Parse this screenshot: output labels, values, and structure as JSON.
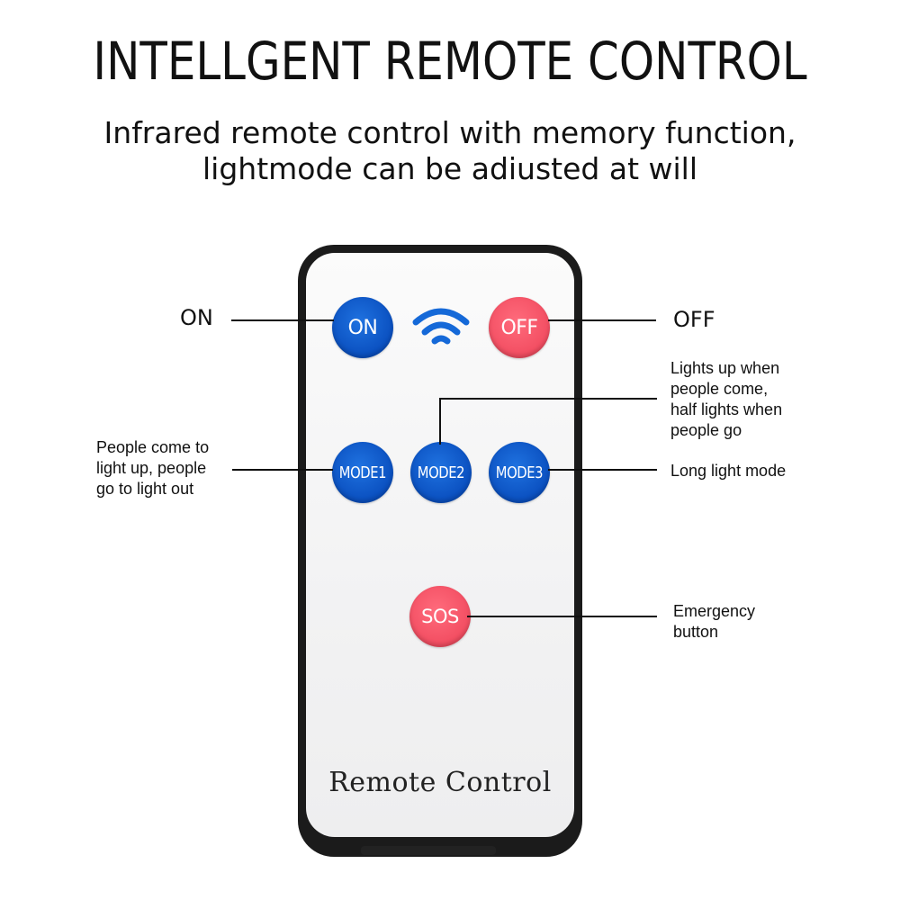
{
  "header": {
    "title": "INTELLGENT REMOTE CONTROL",
    "subtitle_lines": [
      "Infrared remote control with memory function,",
      "lightmode can be adiusted at will"
    ]
  },
  "remote": {
    "label": "Remote Control",
    "buttons": {
      "on": "ON",
      "off": "OFF",
      "mode1": "MODE1",
      "mode2": "MODE2",
      "mode3": "MODE3",
      "sos": "SOS"
    },
    "colors": {
      "blue": "#0a4fbf",
      "red": "#f24d61",
      "body": "#1b1b1b"
    },
    "signal_icon": "wifi-signal-icon"
  },
  "annotations": {
    "on": "ON",
    "off": "OFF",
    "mode1_lines": [
      "People come to",
      "light up, people",
      "go to light out"
    ],
    "mode2_lines": [
      "Lights up when",
      "people come,",
      "half lights when",
      "people go"
    ],
    "mode3": "Long light mode",
    "sos_lines": [
      "Emergency",
      "button"
    ]
  }
}
